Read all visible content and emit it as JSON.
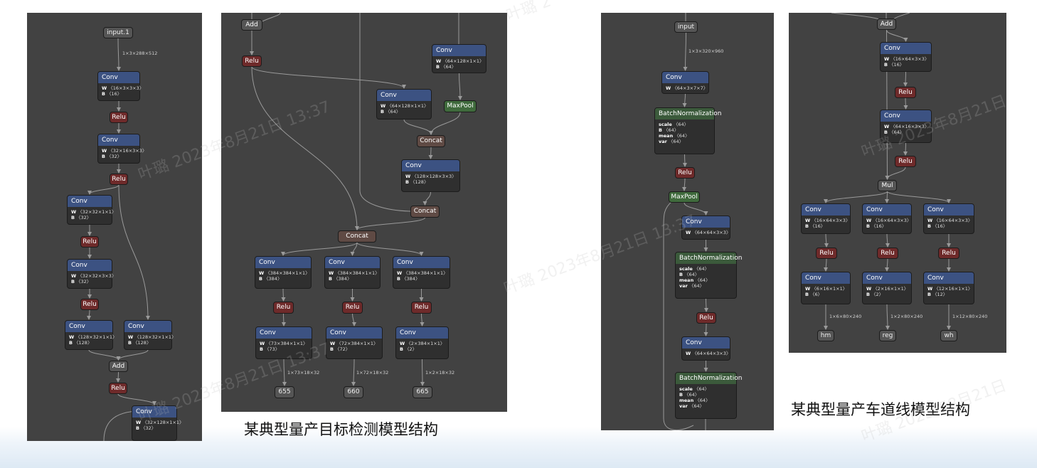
{
  "colors": {
    "panel_bg": "#424242",
    "edge": "#9a9a9a",
    "conv_header": "#3c5282",
    "bn_header": "#3b5a3b",
    "relu": "#6e2a2a",
    "maxpool": "#3f6a3c",
    "concat": "#5f4a44",
    "generic": "#555555"
  },
  "captions": {
    "detection": "某典型量产目标检测模型结构",
    "lane": "某典型量产车道线模型结构"
  },
  "watermark": {
    "text": "叶璐 2023年8月21日 13:37",
    "fragments": [
      "叶璐 2",
      "叶璐 2023年8月21日 13:37",
      "叶璐 2023年8月21日 13:37",
      "叶璐 2023年8月21日 13:37",
      "叶璐 2023年8月21日",
      "叶璐 2023年8月21日"
    ]
  },
  "panel1": {
    "nodes": [
      {
        "id": "p1_input",
        "label": "input.1"
      },
      {
        "id": "p1_conv1",
        "label": "Conv",
        "attrs": [
          {
            "k": "W",
            "v": "〈16×3×3×3〉"
          },
          {
            "k": "B",
            "v": "〈16〉"
          }
        ]
      },
      {
        "id": "p1_relu1",
        "label": "Relu"
      },
      {
        "id": "p1_conv2",
        "label": "Conv",
        "attrs": [
          {
            "k": "W",
            "v": "〈32×16×3×3〉"
          },
          {
            "k": "B",
            "v": "〈32〉"
          }
        ]
      },
      {
        "id": "p1_relu2",
        "label": "Relu"
      },
      {
        "id": "p1_conv3",
        "label": "Conv",
        "attrs": [
          {
            "k": "W",
            "v": "〈32×32×1×1〉"
          },
          {
            "k": "B",
            "v": "〈32〉"
          }
        ]
      },
      {
        "id": "p1_relu3",
        "label": "Relu"
      },
      {
        "id": "p1_conv4",
        "label": "Conv",
        "attrs": [
          {
            "k": "W",
            "v": "〈32×32×3×3〉"
          },
          {
            "k": "B",
            "v": "〈32〉"
          }
        ]
      },
      {
        "id": "p1_relu4",
        "label": "Relu"
      },
      {
        "id": "p1_conv5",
        "label": "Conv",
        "attrs": [
          {
            "k": "W",
            "v": "〈128×32×1×1〉"
          },
          {
            "k": "B",
            "v": "〈128〉"
          }
        ]
      },
      {
        "id": "p1_conv6",
        "label": "Conv",
        "attrs": [
          {
            "k": "W",
            "v": "〈128×32×1×1〉"
          },
          {
            "k": "B",
            "v": "〈128〉"
          }
        ]
      },
      {
        "id": "p1_add",
        "label": "Add"
      },
      {
        "id": "p1_relu5",
        "label": "Relu"
      },
      {
        "id": "p1_conv7",
        "label": "Conv",
        "attrs": [
          {
            "k": "W",
            "v": "〈32×128×1×1〉"
          },
          {
            "k": "B",
            "v": "〈32〉"
          }
        ]
      }
    ],
    "edge_labels": {
      "input": "1×3×288×512"
    }
  },
  "panel2": {
    "nodes": [
      {
        "id": "p2_add",
        "label": "Add"
      },
      {
        "id": "p2_relu",
        "label": "Relu"
      },
      {
        "id": "p2_convA",
        "label": "Conv",
        "attrs": [
          {
            "k": "W",
            "v": "〈64×128×1×1〉"
          },
          {
            "k": "B",
            "v": "〈64〉"
          }
        ]
      },
      {
        "id": "p2_maxpool",
        "label": "MaxPool"
      },
      {
        "id": "p2_convB",
        "label": "Conv",
        "attrs": [
          {
            "k": "W",
            "v": "〈64×128×1×1〉"
          },
          {
            "k": "B",
            "v": "〈64〉"
          }
        ]
      },
      {
        "id": "p2_concat1",
        "label": "Concat"
      },
      {
        "id": "p2_convC",
        "label": "Conv",
        "attrs": [
          {
            "k": "W",
            "v": "〈128×128×3×3〉"
          },
          {
            "k": "B",
            "v": "〈128〉"
          }
        ]
      },
      {
        "id": "p2_concat2",
        "label": "Concat"
      },
      {
        "id": "p2_concat3",
        "label": "Concat"
      },
      {
        "id": "p2_h1_conv",
        "label": "Conv",
        "attrs": [
          {
            "k": "W",
            "v": "〈384×384×1×1〉"
          },
          {
            "k": "B",
            "v": "〈384〉"
          }
        ]
      },
      {
        "id": "p2_h2_conv",
        "label": "Conv",
        "attrs": [
          {
            "k": "W",
            "v": "〈384×384×1×1〉"
          },
          {
            "k": "B",
            "v": "〈384〉"
          }
        ]
      },
      {
        "id": "p2_h3_conv",
        "label": "Conv",
        "attrs": [
          {
            "k": "W",
            "v": "〈384×384×1×1〉"
          },
          {
            "k": "B",
            "v": "〈384〉"
          }
        ]
      },
      {
        "id": "p2_h1_relu",
        "label": "Relu"
      },
      {
        "id": "p2_h2_relu",
        "label": "Relu"
      },
      {
        "id": "p2_h3_relu",
        "label": "Relu"
      },
      {
        "id": "p2_h1_out",
        "label": "Conv",
        "attrs": [
          {
            "k": "W",
            "v": "〈73×384×1×1〉"
          },
          {
            "k": "B",
            "v": "〈73〉"
          }
        ]
      },
      {
        "id": "p2_h2_out",
        "label": "Conv",
        "attrs": [
          {
            "k": "W",
            "v": "〈72×384×1×1〉"
          },
          {
            "k": "B",
            "v": "〈72〉"
          }
        ]
      },
      {
        "id": "p2_h3_out",
        "label": "Conv",
        "attrs": [
          {
            "k": "W",
            "v": "〈2×384×1×1〉"
          },
          {
            "k": "B",
            "v": "〈2〉"
          }
        ]
      },
      {
        "id": "p2_o1",
        "label": "655"
      },
      {
        "id": "p2_o2",
        "label": "660"
      },
      {
        "id": "p2_o3",
        "label": "665"
      }
    ],
    "edge_labels": {
      "o1": "1×73×18×32",
      "o2": "1×72×18×32",
      "o3": "1×2×18×32"
    }
  },
  "panel3": {
    "nodes": [
      {
        "id": "p3_input",
        "label": "input"
      },
      {
        "id": "p3_conv1",
        "label": "Conv",
        "attrs": [
          {
            "k": "W",
            "v": "〈64×3×7×7〉"
          }
        ]
      },
      {
        "id": "p3_bn1",
        "label": "BatchNormalization",
        "attrs": [
          {
            "k": "scale",
            "v": "〈64〉"
          },
          {
            "k": "B",
            "v": "〈64〉"
          },
          {
            "k": "mean",
            "v": "〈64〉"
          },
          {
            "k": "var",
            "v": "〈64〉"
          }
        ]
      },
      {
        "id": "p3_relu1",
        "label": "Relu"
      },
      {
        "id": "p3_maxpool",
        "label": "MaxPool"
      },
      {
        "id": "p3_conv2",
        "label": "Conv",
        "attrs": [
          {
            "k": "W",
            "v": "〈64×64×3×3〉"
          }
        ]
      },
      {
        "id": "p3_bn2",
        "label": "BatchNormalization",
        "attrs": [
          {
            "k": "scale",
            "v": "〈64〉"
          },
          {
            "k": "B",
            "v": "〈64〉"
          },
          {
            "k": "mean",
            "v": "〈64〉"
          },
          {
            "k": "var",
            "v": "〈64〉"
          }
        ]
      },
      {
        "id": "p3_relu2",
        "label": "Relu"
      },
      {
        "id": "p3_conv3",
        "label": "Conv",
        "attrs": [
          {
            "k": "W",
            "v": "〈64×64×3×3〉"
          }
        ]
      },
      {
        "id": "p3_bn3",
        "label": "BatchNormalization",
        "attrs": [
          {
            "k": "scale",
            "v": "〈64〉"
          },
          {
            "k": "B",
            "v": "〈64〉"
          },
          {
            "k": "mean",
            "v": "〈64〉"
          },
          {
            "k": "var",
            "v": "〈64〉"
          }
        ]
      }
    ],
    "edge_labels": {
      "input": "1×3×320×960"
    }
  },
  "panel4": {
    "nodes": [
      {
        "id": "p4_add",
        "label": "Add"
      },
      {
        "id": "p4_conv1",
        "label": "Conv",
        "attrs": [
          {
            "k": "W",
            "v": "〈16×64×3×3〉"
          },
          {
            "k": "B",
            "v": "〈16〉"
          }
        ]
      },
      {
        "id": "p4_relu1",
        "label": "Relu"
      },
      {
        "id": "p4_conv2",
        "label": "Conv",
        "attrs": [
          {
            "k": "W",
            "v": "〈64×16×3×3〉"
          },
          {
            "k": "B",
            "v": "〈64〉"
          }
        ]
      },
      {
        "id": "p4_relu2",
        "label": "Relu"
      },
      {
        "id": "p4_mul",
        "label": "Mul"
      },
      {
        "id": "p4_h1_conv",
        "label": "Conv",
        "attrs": [
          {
            "k": "W",
            "v": "〈16×64×3×3〉"
          },
          {
            "k": "B",
            "v": "〈16〉"
          }
        ]
      },
      {
        "id": "p4_h2_conv",
        "label": "Conv",
        "attrs": [
          {
            "k": "W",
            "v": "〈16×64×3×3〉"
          },
          {
            "k": "B",
            "v": "〈16〉"
          }
        ]
      },
      {
        "id": "p4_h3_conv",
        "label": "Conv",
        "attrs": [
          {
            "k": "W",
            "v": "〈16×64×3×3〉"
          },
          {
            "k": "B",
            "v": "〈16〉"
          }
        ]
      },
      {
        "id": "p4_h1_relu",
        "label": "Relu"
      },
      {
        "id": "p4_h2_relu",
        "label": "Relu"
      },
      {
        "id": "p4_h3_relu",
        "label": "Relu"
      },
      {
        "id": "p4_h1_out",
        "label": "Conv",
        "attrs": [
          {
            "k": "W",
            "v": "〈6×16×1×1〉"
          },
          {
            "k": "B",
            "v": "〈6〉"
          }
        ]
      },
      {
        "id": "p4_h2_out",
        "label": "Conv",
        "attrs": [
          {
            "k": "W",
            "v": "〈2×16×1×1〉"
          },
          {
            "k": "B",
            "v": "〈2〉"
          }
        ]
      },
      {
        "id": "p4_h3_out",
        "label": "Conv",
        "attrs": [
          {
            "k": "W",
            "v": "〈12×16×1×1〉"
          },
          {
            "k": "B",
            "v": "〈12〉"
          }
        ]
      },
      {
        "id": "p4_o1",
        "label": "hm"
      },
      {
        "id": "p4_o2",
        "label": "reg"
      },
      {
        "id": "p4_o3",
        "label": "wh"
      }
    ],
    "edge_labels": {
      "o1": "1×6×80×240",
      "o2": "1×2×80×240",
      "o3": "1×12×80×240"
    }
  }
}
